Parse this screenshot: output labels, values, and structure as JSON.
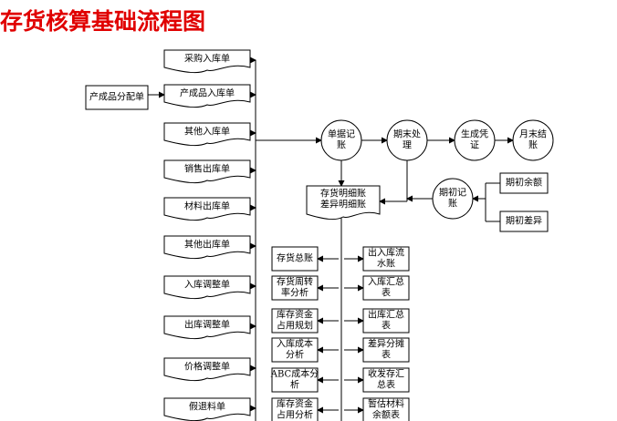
{
  "title": "存货核算基础流程图",
  "diagram": {
    "left_column": [
      "采购入库单",
      "产成品入库单",
      "其他入库单",
      "销售出库单",
      "材料出库单",
      "其他出库单",
      "入库调整单",
      "出库调整单",
      "价格调整单",
      "假退料单"
    ],
    "source": "产成品分配单",
    "process": [
      [
        "单据记",
        "账"
      ],
      [
        "期末处",
        "理"
      ],
      [
        "生成凭",
        "证"
      ],
      [
        "月末结",
        "账"
      ]
    ],
    "detail_ledger": [
      "存货明细账",
      "差异明细账"
    ],
    "opening": [
      "期初记",
      "账"
    ],
    "opening_inputs": [
      "期初余额",
      "期初差异"
    ],
    "reports_left": [
      [
        "存货总账"
      ],
      [
        "存货周转",
        "率分析"
      ],
      [
        "库存资金",
        "占用规划"
      ],
      [
        "入库成本",
        "分析"
      ],
      [
        "ABC成本分",
        "析"
      ],
      [
        "库存资金",
        "占用分析"
      ]
    ],
    "reports_right": [
      [
        "出入库流",
        "水账"
      ],
      [
        "入库汇总",
        "表"
      ],
      [
        "出库汇总",
        "表"
      ],
      [
        "差异分摊",
        "表"
      ],
      [
        "收发存汇",
        "总表"
      ],
      [
        "暂估材料",
        "余额表"
      ]
    ]
  }
}
